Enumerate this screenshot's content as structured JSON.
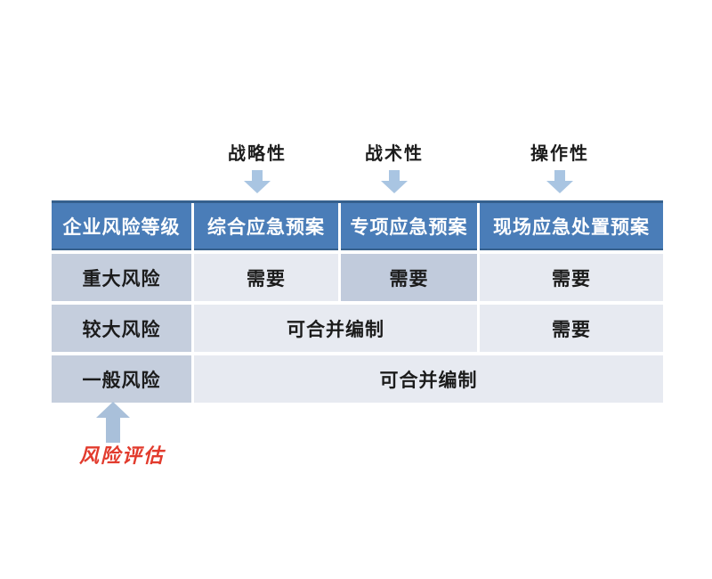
{
  "colors": {
    "header_bg": "#4a7db8",
    "header_text": "#ffffff",
    "row_header_bg": "#c5cedd",
    "cell_bg": "#e7eaf1",
    "highlight_cell_bg": "#c1cbdc",
    "table_top_border": "#35608d",
    "arrow_down": "#a9c5e2",
    "arrow_up": "#a9c0da",
    "risk_label_color": "#e23b2d",
    "body_text": "#1c1c1c"
  },
  "annotations": {
    "top_labels": [
      {
        "label": "战略性"
      },
      {
        "label": "战术性"
      },
      {
        "label": "操作性"
      }
    ],
    "bottom_label": "风险评估"
  },
  "table": {
    "header": [
      "企业风险等级",
      "综合应急预案",
      "专项应急预案",
      "现场应急处置预案"
    ],
    "rows": [
      {
        "level": "重大风险",
        "cells": [
          {
            "text": "需要",
            "span": 1,
            "highlight": false
          },
          {
            "text": "需要",
            "span": 1,
            "highlight": true
          },
          {
            "text": "需要",
            "span": 1,
            "highlight": false
          }
        ]
      },
      {
        "level": "较大风险",
        "cells": [
          {
            "text": "可合并编制",
            "span": 2,
            "highlight": false
          },
          {
            "text": "需要",
            "span": 1,
            "highlight": false
          }
        ]
      },
      {
        "level": "一般风险",
        "cells": [
          {
            "text": "可合并编制",
            "span": 3,
            "highlight": false
          }
        ]
      }
    ]
  }
}
